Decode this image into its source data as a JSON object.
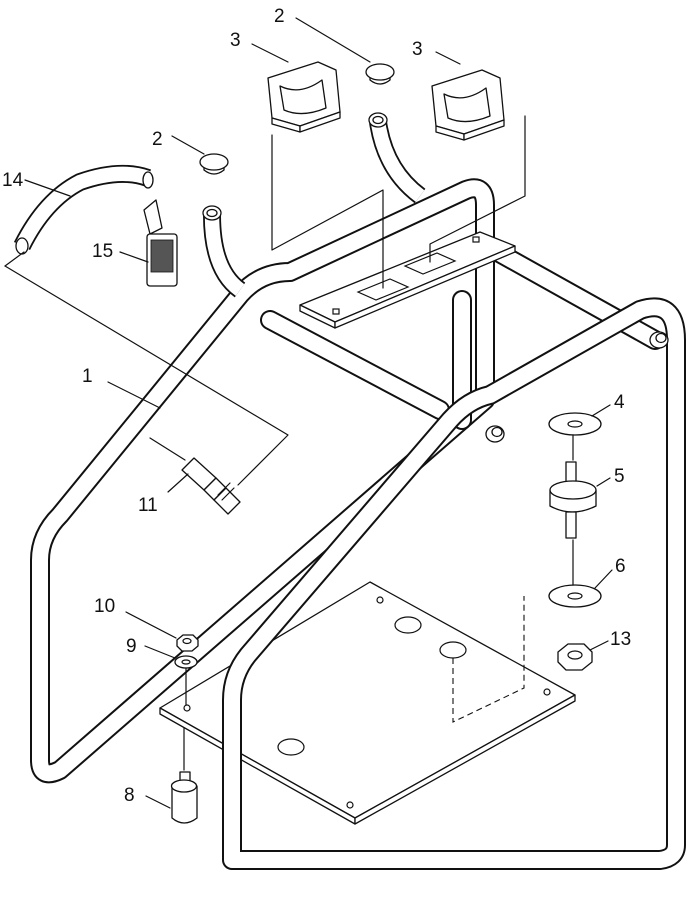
{
  "parts": [
    {
      "id": "callout-1",
      "number": "1"
    },
    {
      "id": "callout-2a",
      "number": "2"
    },
    {
      "id": "callout-2b",
      "number": "2"
    },
    {
      "id": "callout-3a",
      "number": "3"
    },
    {
      "id": "callout-3b",
      "number": "3"
    },
    {
      "id": "callout-4",
      "number": "4"
    },
    {
      "id": "callout-5",
      "number": "5"
    },
    {
      "id": "callout-6",
      "number": "6"
    },
    {
      "id": "callout-8",
      "number": "8"
    },
    {
      "id": "callout-9",
      "number": "9"
    },
    {
      "id": "callout-10",
      "number": "10"
    },
    {
      "id": "callout-11",
      "number": "11"
    },
    {
      "id": "callout-13",
      "number": "13"
    },
    {
      "id": "callout-14",
      "number": "14"
    },
    {
      "id": "callout-15",
      "number": "15"
    }
  ]
}
